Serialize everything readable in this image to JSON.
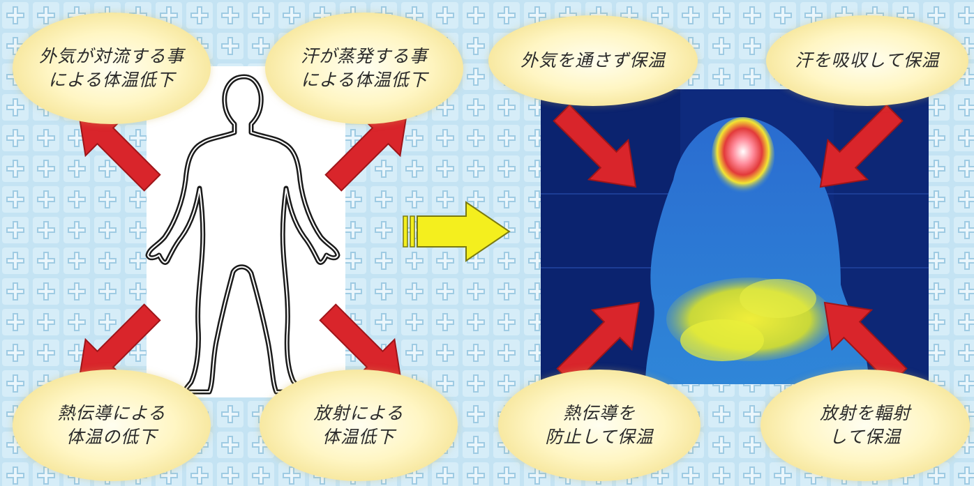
{
  "left_labels": {
    "top_left": [
      "外気が対流する事",
      "による体温低下"
    ],
    "top_right": [
      "汗が蒸発する事",
      "による体温低下"
    ],
    "bottom_left": [
      "熱伝導による",
      "体温の低下"
    ],
    "bottom_right": [
      "放射による",
      "体温低下"
    ]
  },
  "right_labels": {
    "top_left": [
      "外気を通さず保温"
    ],
    "top_right": [
      "汗を吸収して保温"
    ],
    "bottom_left": [
      "熱伝導を",
      "防止して保温"
    ],
    "bottom_right": [
      "放射を輻射",
      "して保温"
    ]
  },
  "icons": {
    "body": "human-silhouette-icon",
    "transition": "yellow-right-arrow-icon",
    "heat_arrows": "red-diagonal-arrow-icon"
  },
  "colors": {
    "background": "#bfe1f2",
    "pattern": "#a6d1e8",
    "ellipse": "#fff6c4",
    "red_arrow": "#d9252b",
    "yellow_arrow": "#f4ef1e",
    "thermal_bg": "#0e2a7d"
  }
}
